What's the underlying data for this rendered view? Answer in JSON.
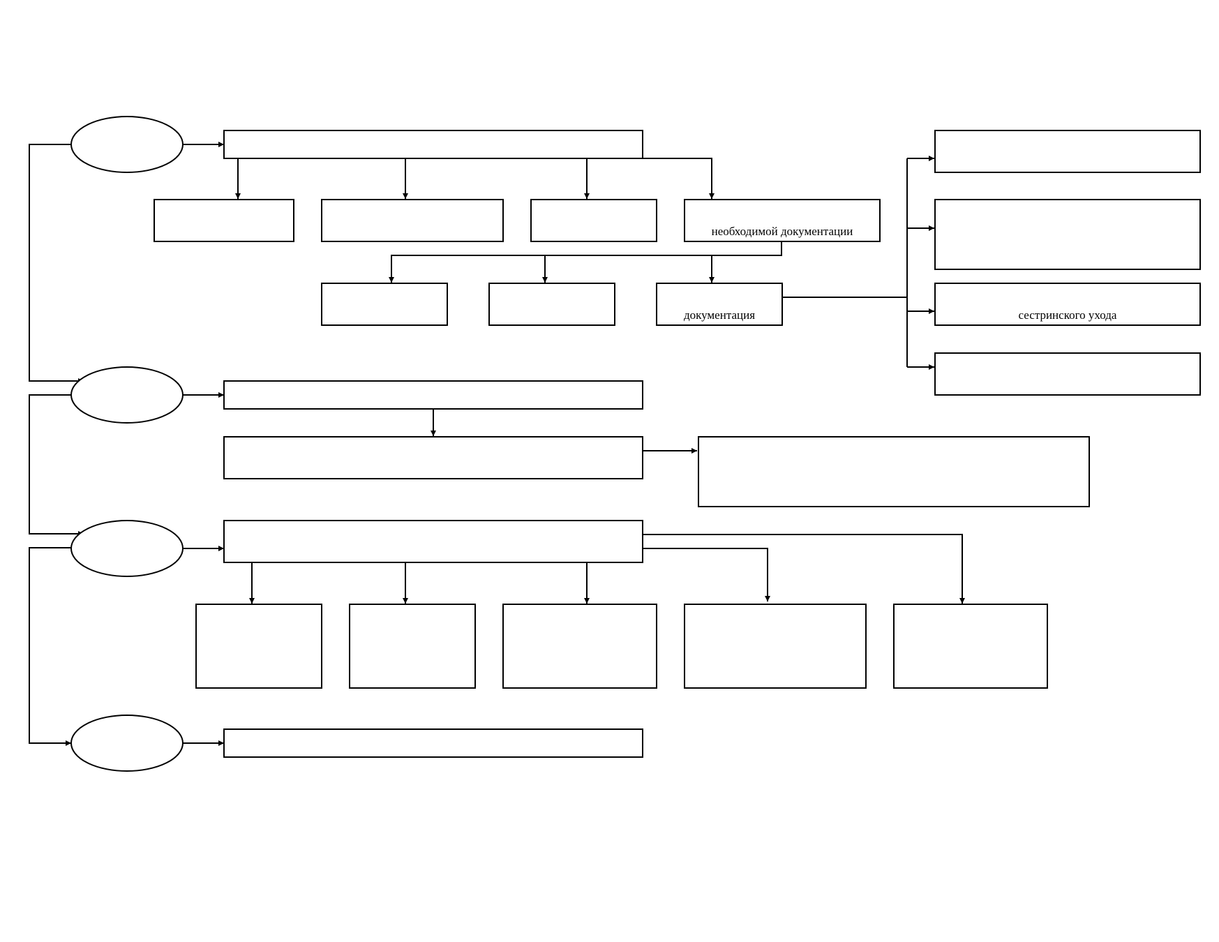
{
  "diagram": {
    "labels": {
      "box_docs": "необходимой документации",
      "box_documentation": "документация",
      "box_nursing_care": "сестринского ухода"
    },
    "colors": {
      "line": "#000000",
      "fill": "#ffffff"
    }
  }
}
